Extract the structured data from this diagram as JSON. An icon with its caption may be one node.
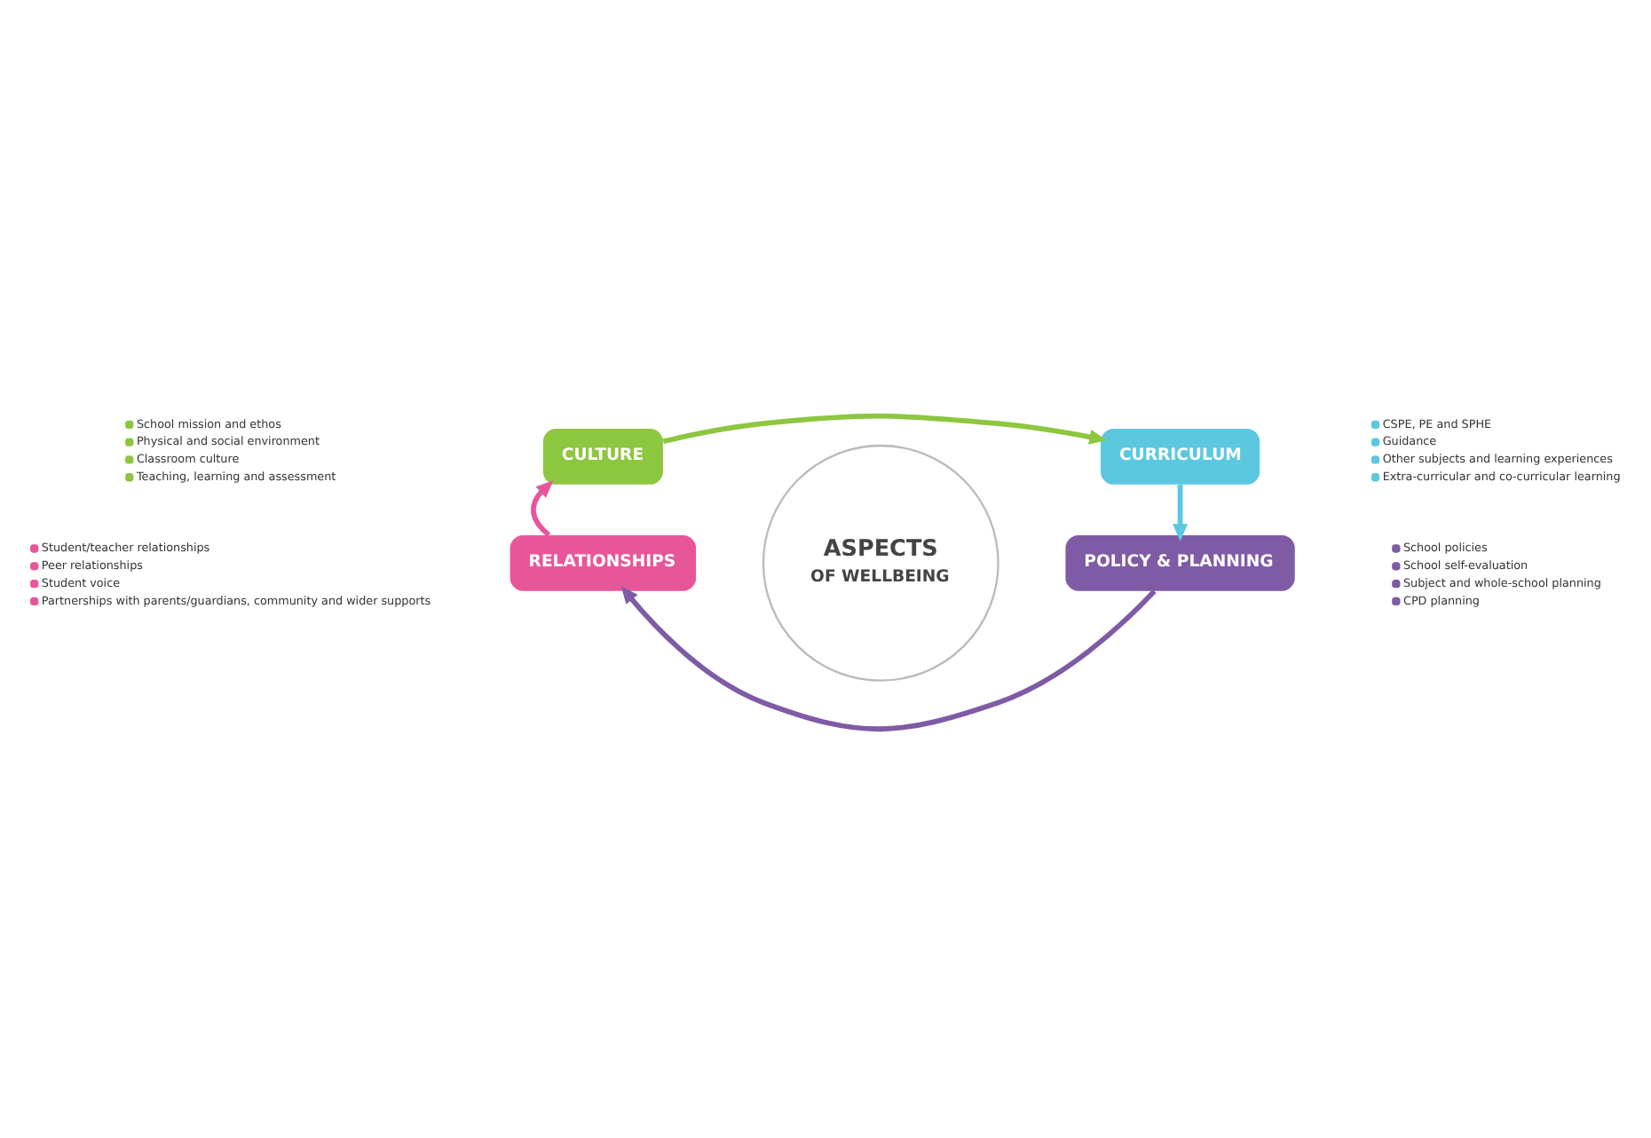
{
  "diagram": {
    "nodes": [
      {
        "text": [
          "ASPECTS",
          "OF WELLBEING"
        ]
      },
      {
        "text": [
          "CULTURE"
        ],
        "beside": [
          "School mission and ethos",
          "Physical and social environment",
          "Classroom culture",
          "Teaching, learning and assessment"
        ]
      },
      {
        "text": [
          "CURRICULUM"
        ],
        "beside": [
          "CSPE, PE and SPHE",
          "Guidance",
          "Other subjects and learning experiences",
          "Extra-curricular and co-curricular learning"
        ]
      },
      {
        "text": [
          "POLICY & PLANNING"
        ],
        "beside": [
          "School policies",
          "School self-evaluation",
          "Subject and whole-school planning",
          "CPD planning"
        ]
      },
      {
        "text": [
          "RELATIONSHIPS"
        ],
        "beside": [
          "Student/teacher relationships",
          "Peer relationships",
          "Student voice",
          "Partnerships with parents/guardians, community and wider supports"
        ]
      }
    ],
    "edges": [
      {
        "from": 1,
        "to": 2,
        "arrow": "to",
        "color": "#8dc63f"
      },
      {
        "from": 2,
        "to": 3,
        "arrow": "to",
        "color": "#5bc8e0"
      },
      {
        "from": 3,
        "to": 4,
        "arrow": "to",
        "color": "#7f5ba6"
      },
      {
        "from": 4,
        "to": 1,
        "arrow": "to",
        "color": "#e8569a"
      }
    ]
  }
}
